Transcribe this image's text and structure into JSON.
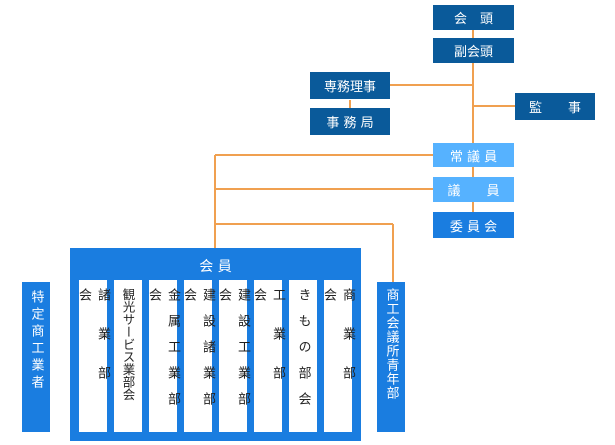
{
  "colors": {
    "dark_box": "#0a5a9a",
    "light_box": "#56b2ff",
    "member_panel": "#1a7de0",
    "connector": "#f0a050"
  },
  "leadership": {
    "chairman": "会　頭",
    "vice_chairman": "副会頭",
    "executive_director": "専務理事",
    "secretariat": "事 務 局",
    "auditor": "監　　事"
  },
  "assembly": {
    "standing_members": "常 議 員",
    "members": "議　　員",
    "committee": "委 員 会"
  },
  "membership": {
    "title": "会 員",
    "departments": [
      "諸業部会",
      "観光サービス業部会",
      "金属工業部会",
      "建設諸業部会",
      "建設工業部会",
      "工業部会",
      "きもの部会",
      "商業部会"
    ]
  },
  "side": {
    "specific_commerce": "特定商工業者",
    "youth_division": "商工会議所青年部"
  }
}
